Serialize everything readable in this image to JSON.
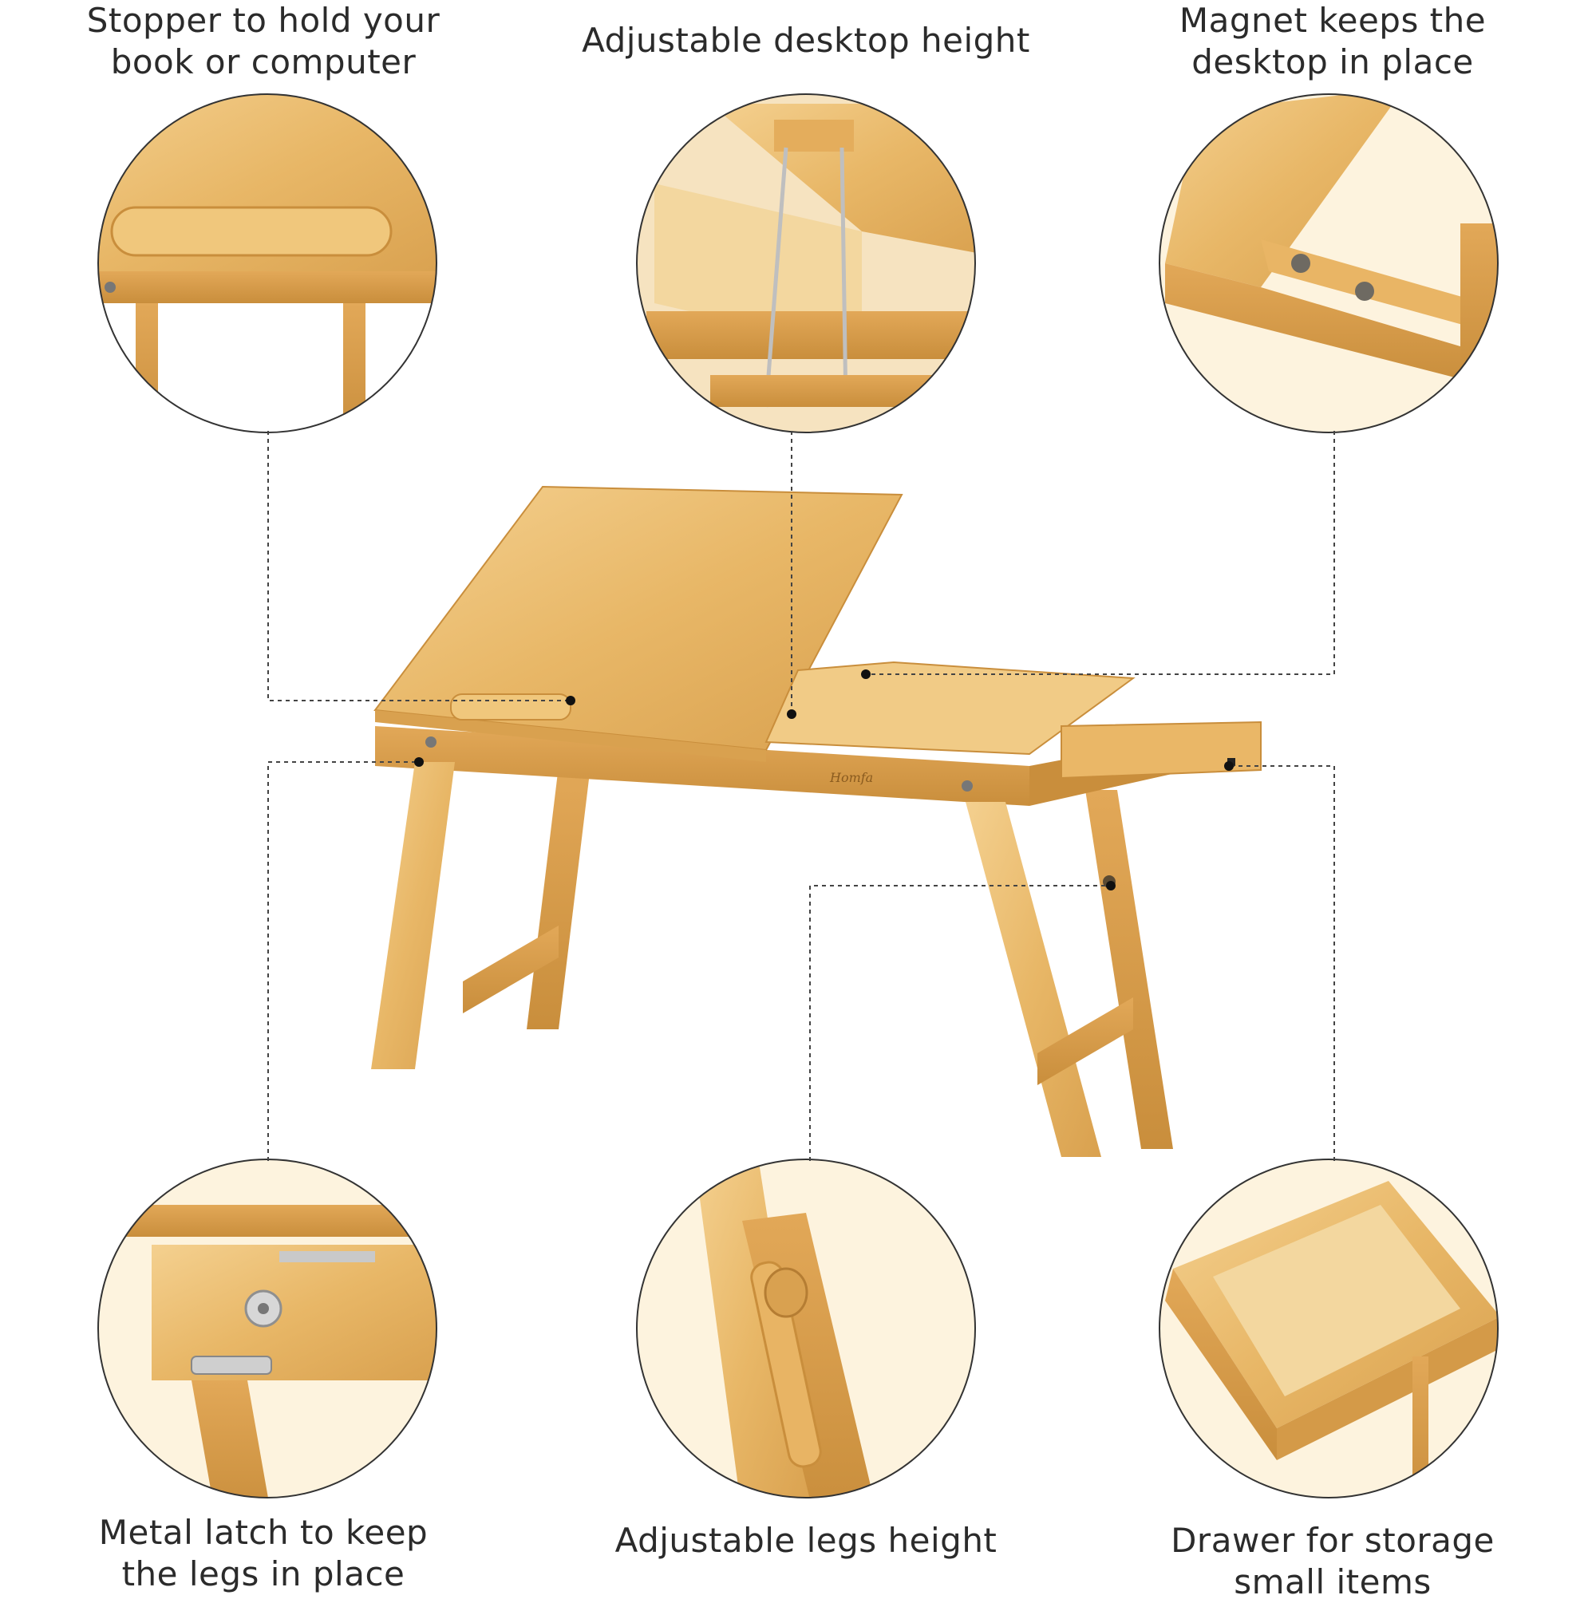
{
  "brand": {
    "logo_text": "Homfa"
  },
  "features": [
    {
      "id": "stopper",
      "line1": "Stopper to hold your",
      "line2": "book or computer"
    },
    {
      "id": "desktop-height",
      "line1": "Adjustable desktop height",
      "line2": ""
    },
    {
      "id": "magnet",
      "line1": "Magnet keeps the",
      "line2": "desktop in place"
    },
    {
      "id": "metal-latch",
      "line1": "Metal latch to keep",
      "line2": "the legs in place"
    },
    {
      "id": "legs-height",
      "line1": "Adjustable legs height",
      "line2": ""
    },
    {
      "id": "drawer",
      "line1": "Drawer for storage",
      "line2": "small items"
    }
  ],
  "colors": {
    "bamboo": "#e9b86a",
    "bamboo_light": "#f3cf8a",
    "bamboo_dark": "#c98e3c",
    "line": "#444444"
  }
}
